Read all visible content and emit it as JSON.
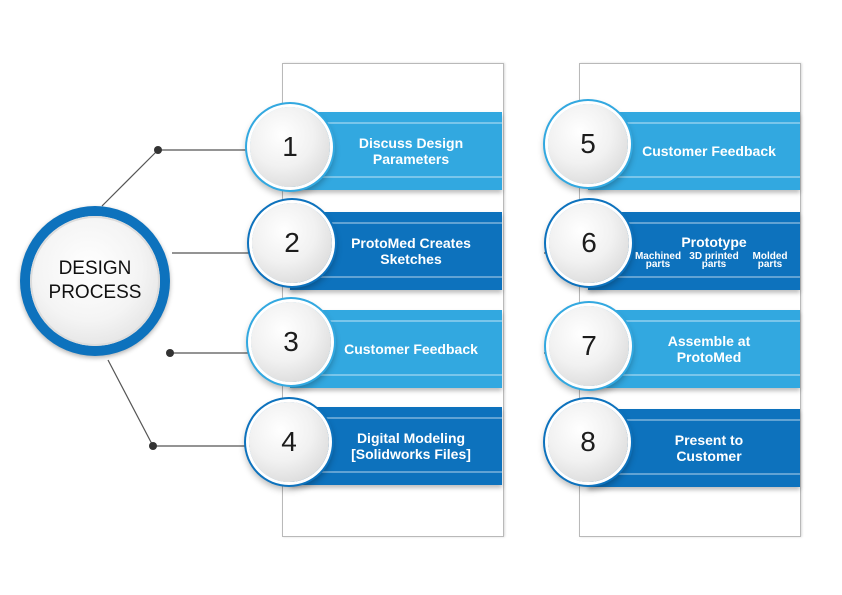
{
  "hub": {
    "label": "DESIGN PROCESS"
  },
  "colors": {
    "light_blue": "#32a8e0",
    "dark_blue": "#0d72bd",
    "connector": "#555555"
  },
  "steps": [
    {
      "number": "1",
      "label": "Discuss Design Parameters",
      "tone": "light"
    },
    {
      "number": "2",
      "label": "ProtoMed Creates Sketches",
      "tone": "dark"
    },
    {
      "number": "3",
      "label": "Customer Feedback",
      "tone": "light"
    },
    {
      "number": "4",
      "label": "Digital Modeling [Solidworks Files]",
      "tone": "dark"
    },
    {
      "number": "5",
      "label": "Customer Feedback",
      "tone": "light"
    },
    {
      "number": "6",
      "label": "Prototype",
      "tone": "dark",
      "sub_items": [
        "Machined parts",
        "3D printed parts",
        "Molded parts"
      ]
    },
    {
      "number": "7",
      "label": "Assemble at ProtoMed",
      "tone": "light"
    },
    {
      "number": "8",
      "label": "Present to Customer",
      "tone": "dark"
    }
  ]
}
